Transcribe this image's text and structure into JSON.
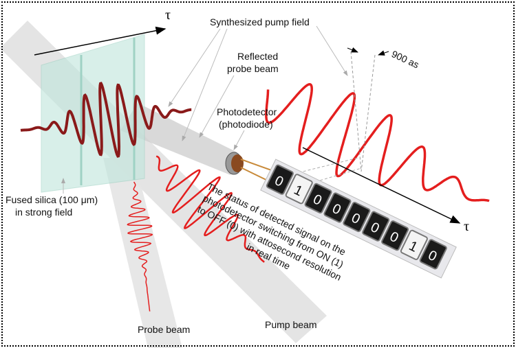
{
  "labels": {
    "pump_field": "Synthesized pump field",
    "reflected_line1": "Reflected",
    "reflected_line2": "probe beam",
    "photodetector_line1": "Photodetector",
    "photodetector_line2": "(photodiode)",
    "fused_line1": "Fused silica (100 μm)",
    "fused_line2": "in strong field",
    "probe_beam": "Probe beam",
    "pump_beam": "Pump beam",
    "attoseconds": "900 as",
    "tau_left": "τ",
    "tau_right": "τ"
  },
  "status_text": [
    "The status of detected signal on the",
    "photodetector switching from ON (1)",
    "to OFF (0) with attosecond resolution",
    "in real time"
  ],
  "digits": [
    "0",
    "1",
    "0",
    "0",
    "0",
    "0",
    "0",
    "1",
    "0"
  ],
  "colors": {
    "wave": "#e41e1e",
    "dark_wave": "#7a1515",
    "beam": "#d8d8d8",
    "glass": "#bfe6dc"
  }
}
